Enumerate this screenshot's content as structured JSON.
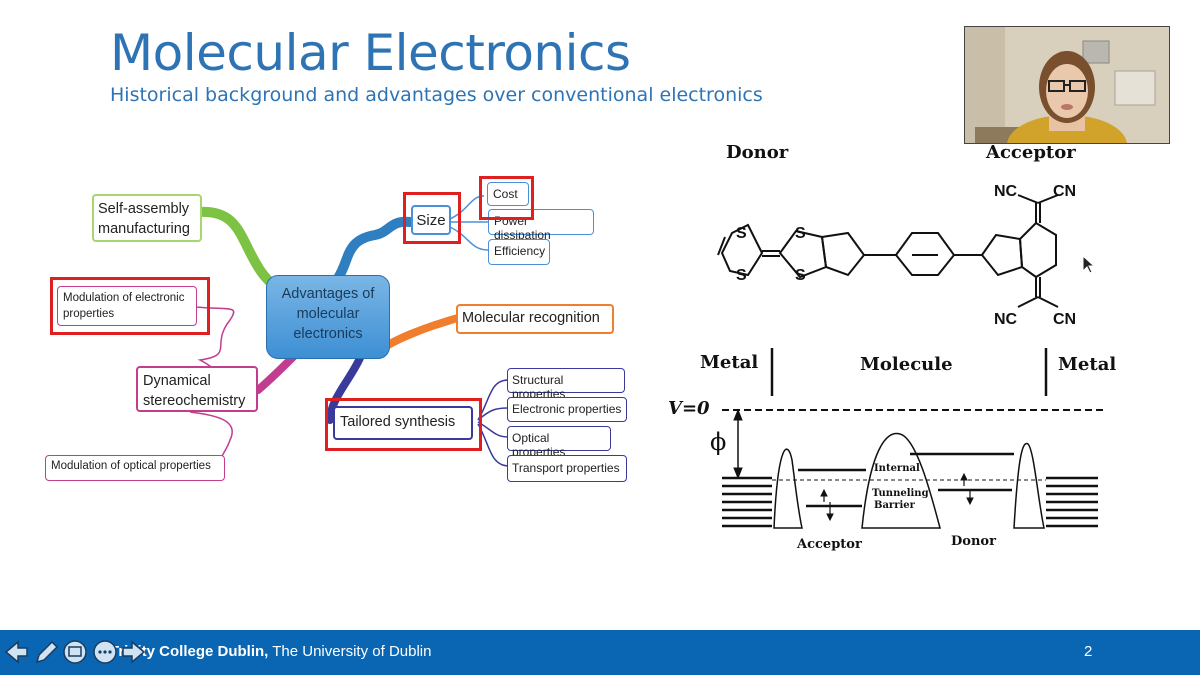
{
  "slide": {
    "title": "Molecular Electronics",
    "subtitle": "Historical background and advantages over conventional electronics",
    "page_number": "2"
  },
  "mindmap": {
    "center": "Advantages of molecular electronics",
    "self_assembly": "Self-assembly manufacturing",
    "modulation_electronic": "Modulation of electronic properties",
    "dynamical": "Dynamical stereochemistry",
    "modulation_optical": "Modulation of optical properties",
    "size": "Size",
    "cost": "Cost",
    "power": "Power dissipation",
    "efficiency": "Efficiency",
    "molecular_recognition": "Molecular recognition",
    "tailored": "Tailored synthesis",
    "structural": "Structural properties",
    "electronic": "Electronic properties",
    "optical": "Optical properties",
    "transport": "Transport properties"
  },
  "molecule": {
    "donor": "Donor",
    "acceptor": "Acceptor",
    "nc": "NC",
    "cn": "CN",
    "s": "S"
  },
  "diagram": {
    "metal_left": "Metal",
    "molecule": "Molecule",
    "metal_right": "Metal",
    "v0": "V=0",
    "phi": "ϕ",
    "internal": "Internal",
    "tunneling": "Tunneling",
    "barrier": "Barrier",
    "acceptor": "Acceptor",
    "donor": "Donor"
  },
  "footer": {
    "institution_bold": "Trinity College Dublin,",
    "institution_rest": " The University of Dublin"
  },
  "colors": {
    "title_blue": "#2e74b5",
    "footer_blue": "#0a66b2",
    "highlight_red": "#e02020"
  },
  "icons": [
    "arrow-left-icon",
    "pen-icon",
    "slides-icon",
    "more-icon",
    "arrow-right-icon"
  ]
}
